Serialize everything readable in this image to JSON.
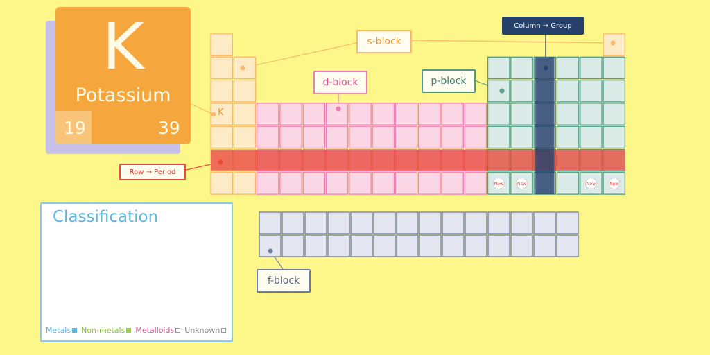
{
  "element": {
    "symbol": "K",
    "name": "Potassium",
    "atomic_number": "19",
    "mass": "39"
  },
  "labels": {
    "s_block": "s-block",
    "d_block": "d-block",
    "p_block": "p-block",
    "f_block": "f-block",
    "column_group": "Column → Group",
    "row_period": "Row → Period",
    "k_marker": "K",
    "new_badge": "New"
  },
  "classification": {
    "title": "Classification",
    "legend": [
      {
        "label": "Metals",
        "color": "#5fb5dd"
      },
      {
        "label": "Non-metals",
        "color": "#9ccc55"
      },
      {
        "label": "Metalloids",
        "color": "#d36fa5"
      },
      {
        "label": "Unknown",
        "color": "#9b9b9b"
      }
    ]
  },
  "colors": {
    "background": "#fdf689",
    "card": "#f5a73d",
    "s_block": "#f7b96a",
    "d_block": "#ee7fb4",
    "p_block": "#4f9a8a",
    "f_block": "#6d7c9e",
    "period_highlight": "#e8493a",
    "group_highlight": "#25406b"
  }
}
